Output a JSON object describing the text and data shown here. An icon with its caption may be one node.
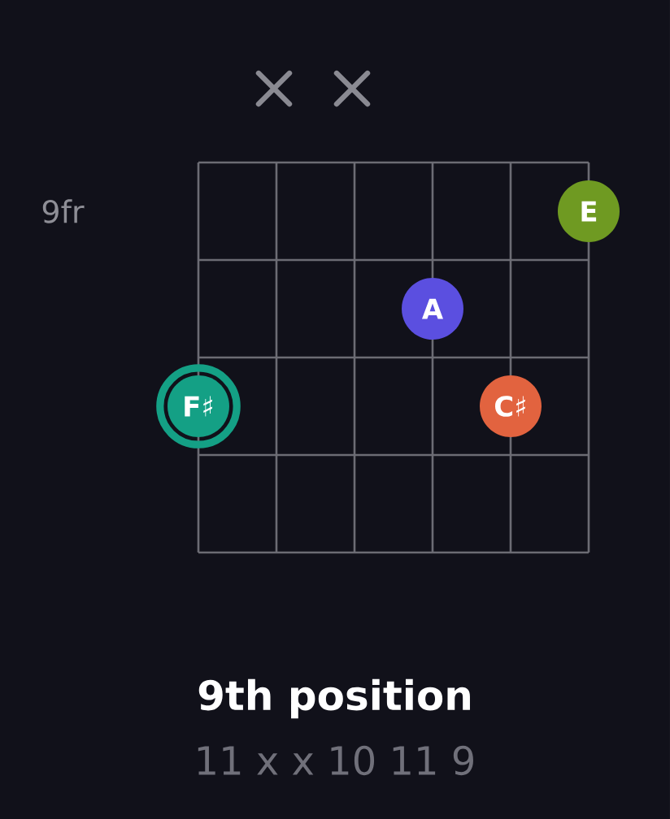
{
  "diagram": {
    "title": "9th position",
    "caption": "11 x x 10 11 9",
    "nodes": [
      {
        "text": [
          "E"
        ]
      },
      {
        "text": [
          "A"
        ]
      },
      {
        "text": [
          "F♯"
        ]
      },
      {
        "text": [
          "C♯"
        ]
      }
    ],
    "labels": [
      "9fr"
    ]
  }
}
